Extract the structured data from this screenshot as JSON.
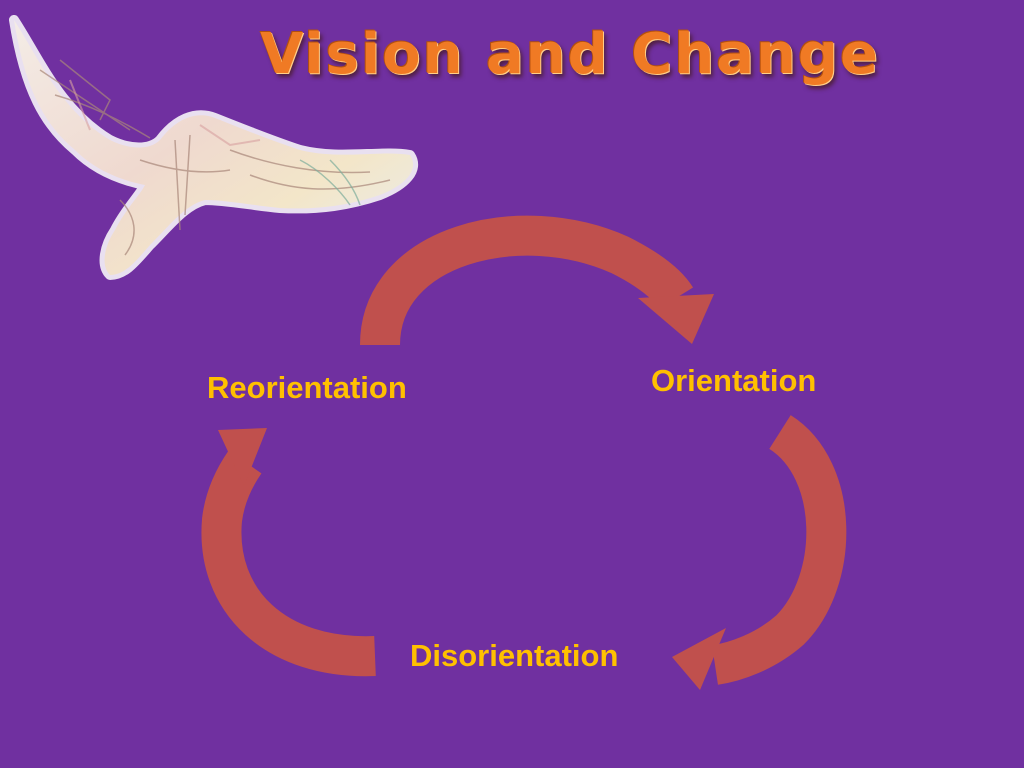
{
  "slide": {
    "title": "Vision and Change",
    "background_color": "#7030a0",
    "title_color": "#f07a24",
    "label_color": "#ffc000",
    "arrow_color": "#c0504d"
  },
  "cycle": {
    "stages": [
      {
        "key": "orientation",
        "label": "Orientation"
      },
      {
        "key": "disorientation",
        "label": "Disorientation"
      },
      {
        "key": "reorientation",
        "label": "Reorientation"
      }
    ],
    "arrows": [
      {
        "from": "reorientation",
        "to": "orientation",
        "icon": "curved-arrow"
      },
      {
        "from": "orientation",
        "to": "disorientation",
        "icon": "curved-arrow"
      },
      {
        "from": "disorientation",
        "to": "reorientation",
        "icon": "curved-arrow"
      }
    ]
  },
  "decoration": {
    "icon": "dove-icon"
  }
}
